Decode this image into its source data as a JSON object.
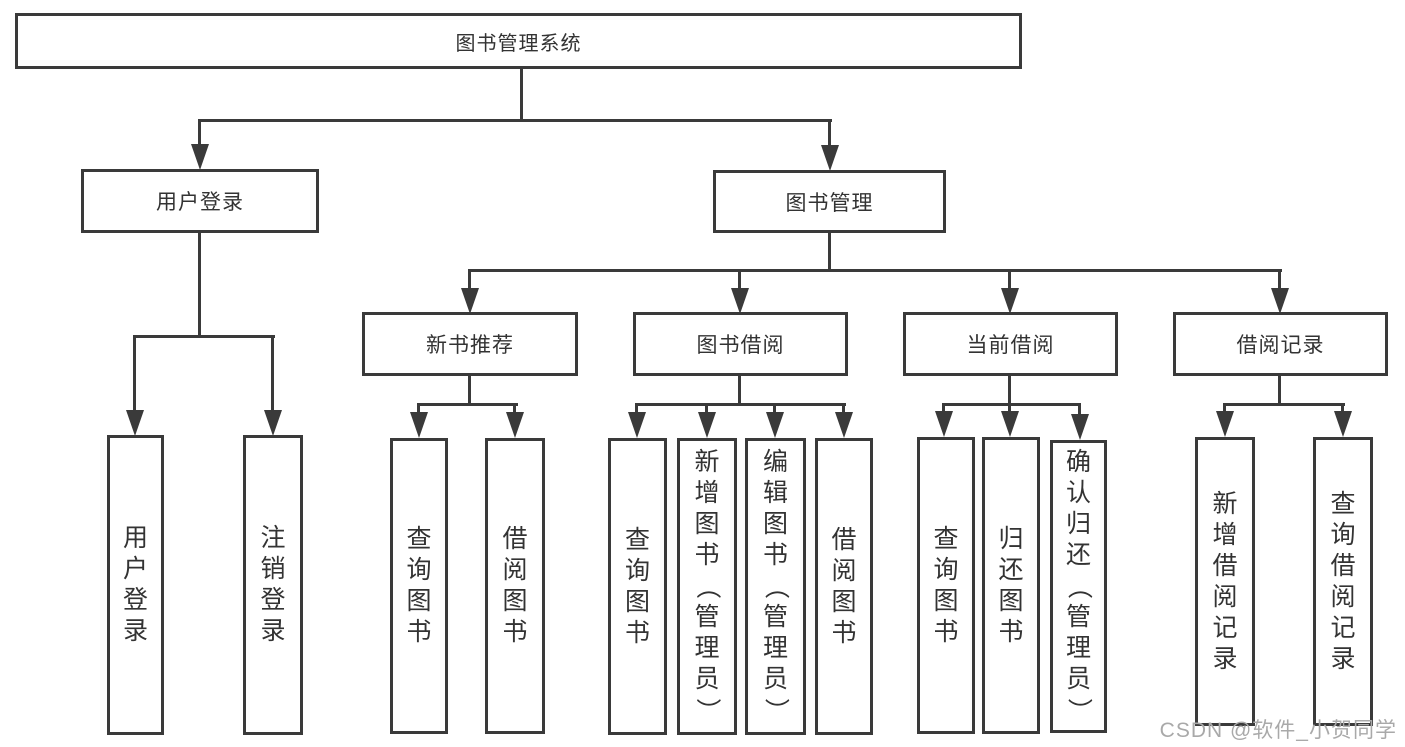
{
  "diagram": {
    "type": "hierarchy-tree",
    "nodes": {
      "root": {
        "label": "图书管理系统"
      },
      "level2": [
        {
          "label": "用户登录"
        },
        {
          "label": "图书管理"
        }
      ],
      "level3": [
        {
          "label": "新书推荐",
          "parent": "图书管理"
        },
        {
          "label": "图书借阅",
          "parent": "图书管理"
        },
        {
          "label": "当前借阅",
          "parent": "图书管理"
        },
        {
          "label": "借阅记录",
          "parent": "图书管理"
        }
      ],
      "leaves": [
        {
          "label": "用户登录",
          "parent": "用户登录"
        },
        {
          "label": "注销登录",
          "parent": "用户登录"
        },
        {
          "label": "查询图书",
          "parent": "新书推荐"
        },
        {
          "label": "借阅图书",
          "parent": "新书推荐"
        },
        {
          "label": "查询图书",
          "parent": "图书借阅"
        },
        {
          "label": "新增图书（管理员）",
          "parent": "图书借阅"
        },
        {
          "label": "编辑图书（管理员）",
          "parent": "图书借阅"
        },
        {
          "label": "借阅图书",
          "parent": "图书借阅"
        },
        {
          "label": "查询图书",
          "parent": "当前借阅"
        },
        {
          "label": "归还图书",
          "parent": "当前借阅"
        },
        {
          "label": "确认归还（管理员）",
          "parent": "当前借阅"
        },
        {
          "label": "新增借阅记录",
          "parent": "借阅记录"
        },
        {
          "label": "查询借阅记录",
          "parent": "借阅记录"
        }
      ]
    }
  },
  "watermark": {
    "text": "CSDN @软件_小贺同学"
  },
  "colors": {
    "line": "#3a3a3a",
    "text": "#333333",
    "watermark": "#a9a9a9",
    "background": "#ffffff"
  }
}
